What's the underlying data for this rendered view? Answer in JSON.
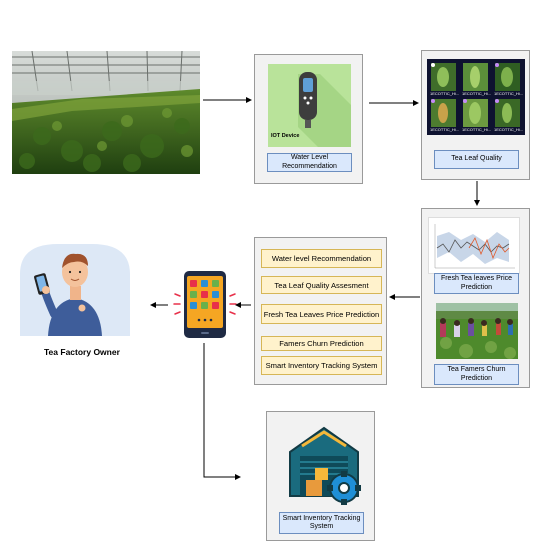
{
  "iot_panel": {
    "device_label": "IOT Device",
    "recommendation_label": "Water Level Recommendation"
  },
  "leaf_panel": {
    "quality_label": "Tea Leaf Quality",
    "thumb_captions": [
      "1ECOTTIC_Hi...",
      "1ECOTTIC_Hi...",
      "1ECOTTIC_Hi...",
      "1ECOTTIC_Hi...",
      "1ECOTTIC_Hi...",
      "1ECOTTIC_Hi..."
    ]
  },
  "analytics_panel": {
    "price_label": "Fresh Tea leaves Price Prediction",
    "churn_label": "Tea Famers Churn Prediction"
  },
  "services_panel": {
    "items": [
      "Water level Recommendation",
      "Tea Leaf Quality Assesment",
      "Fresh Tea Leaves Price Prediction",
      "Famers Churn Prediction",
      "Smart Inventory Tracking System"
    ]
  },
  "owner": {
    "caption": "Tea Factory Owner"
  },
  "inventory_panel": {
    "label": "Smart Inventory Tracking System"
  },
  "colors": {
    "panel_bg": "#f2f2f2",
    "label_blue": "#dae8fc",
    "label_blue_border": "#6c8ebf",
    "item_yellow": "#fff2cc",
    "item_yellow_border": "#d6b656",
    "phone_screen": "#f5a623",
    "warehouse_teal": "#1a6b7e"
  }
}
